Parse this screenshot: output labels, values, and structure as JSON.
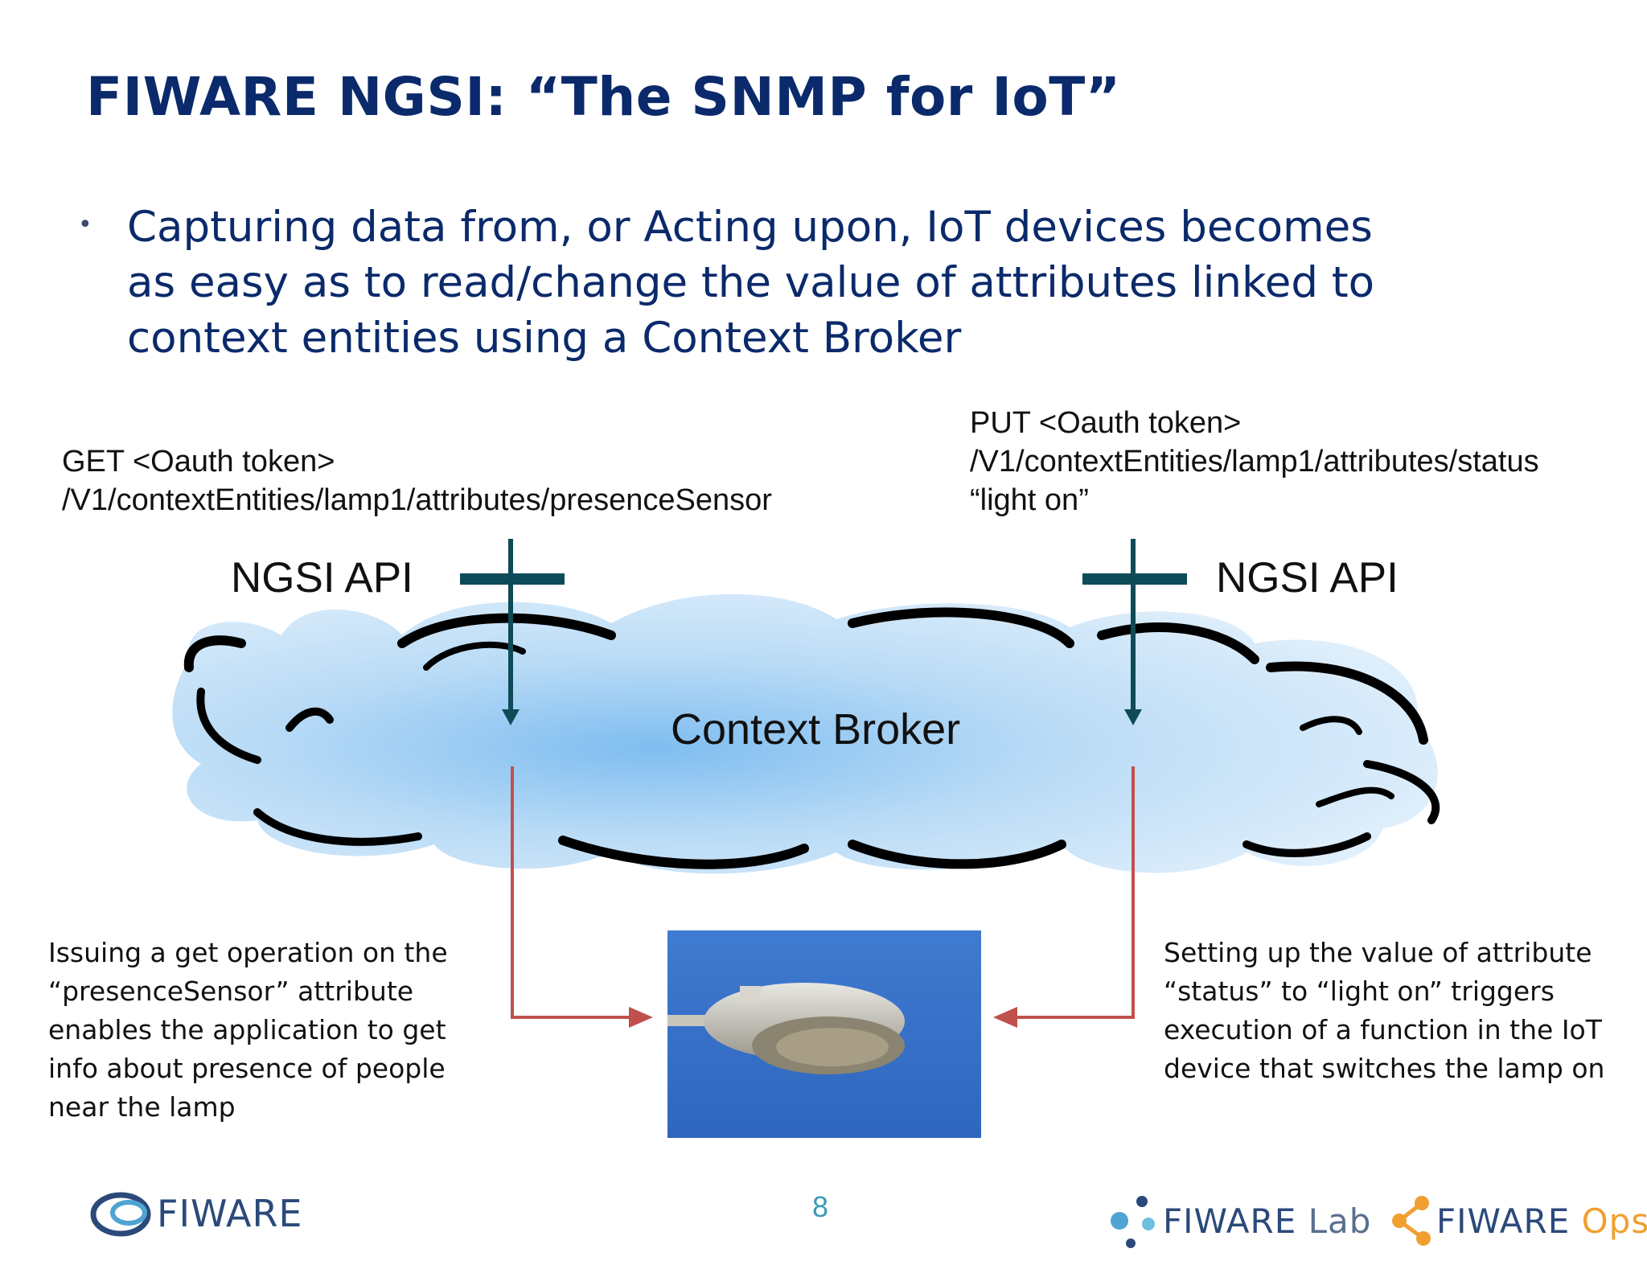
{
  "slide": {
    "title": "FIWARE NGSI: “The SNMP for IoT”",
    "bullet": {
      "line1": "Capturing data from, or Acting upon, IoT devices becomes",
      "line2": "as easy as to read/change the value of attributes linked to",
      "line3": "context entities using a Context Broker"
    },
    "get_request": {
      "line1": "GET <Oauth token>",
      "line2": "/V1/contextEntities/lamp1/attributes/presenceSensor"
    },
    "put_request": {
      "line1": "PUT <Oauth token>",
      "line2": "/V1/contextEntities/lamp1/attributes/status",
      "line3": "“light on”"
    },
    "api_left": "NGSI API",
    "api_right": "NGSI API",
    "broker": "Context Broker",
    "note_left": {
      "line1": "Issuing a get operation on the",
      "line2": "“presenceSensor” attribute",
      "line3": "enables the application to get",
      "line4": "info about presence of people",
      "line5": "near the lamp"
    },
    "note_right": {
      "line1": "Setting up the value of attribute",
      "line2": "“status” to “light on” triggers",
      "line3": "execution of a function in the IoT",
      "line4": "device that switches the lamp on"
    },
    "page_number": "8"
  },
  "footer": {
    "logo_left": "FIWARE",
    "logo_lab_brand": "FIWARE",
    "logo_lab_suffix": "Lab",
    "logo_ops_brand": "FIWARE",
    "logo_ops_suffix": "Ops"
  },
  "colors": {
    "title": "#0b2a6b",
    "api_bar": "#0e4a57",
    "arrow_red": "#c0504d",
    "cloud_fill": "#bfdcf5",
    "cloud_outline": "#000000",
    "ops_orange": "#f0a030"
  },
  "icons": [
    "fiware-swirl-icon",
    "fiware-lab-dots-icon",
    "fiware-ops-nodes-icon",
    "street-lamp-image"
  ]
}
